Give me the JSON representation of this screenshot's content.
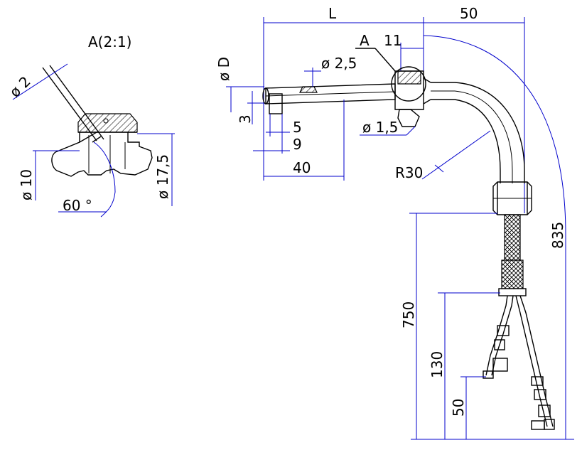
{
  "detail": {
    "title": "A(2:1)",
    "dia2": "ø 2",
    "dia10": "ø 10",
    "dia175": "ø 17,5",
    "angle": "60 °"
  },
  "main": {
    "L": "L",
    "d50": "50",
    "marker_A": "A",
    "d11": "11",
    "dia25": "ø 2,5",
    "diaD": "ø D",
    "d3": "3",
    "d5": "5",
    "d9": "9",
    "d40": "40",
    "dia15": "ø 1,5",
    "R30": "R30",
    "d835": "835",
    "d750": "750",
    "d130": "130",
    "d50b": "50"
  },
  "colors": {
    "line": "#000000",
    "dimension": "#0000cc"
  }
}
